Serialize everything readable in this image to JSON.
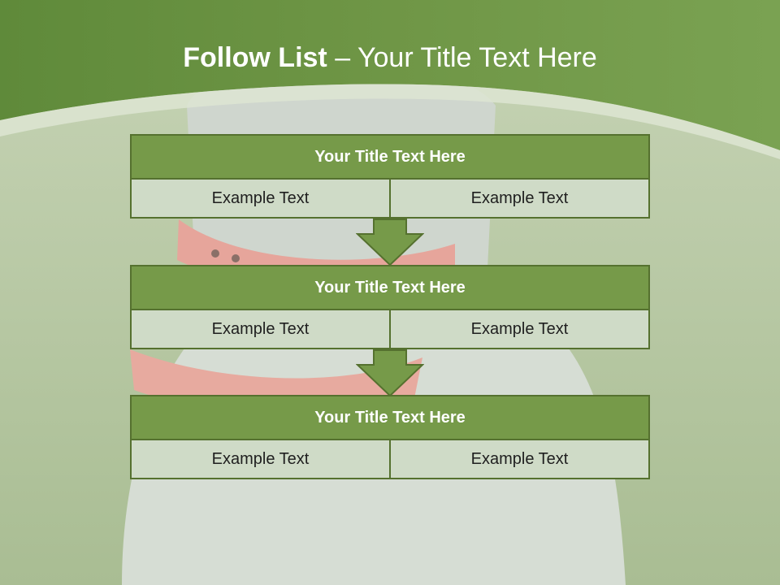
{
  "slide": {
    "title_bold": "Follow List",
    "title_rest": " – Your Title Text Here"
  },
  "blocks": [
    {
      "title": "Your Title Text Here",
      "left": "Example Text",
      "right": "Example Text"
    },
    {
      "title": "Your Title Text Here",
      "left": "Example Text",
      "right": "Example Text"
    },
    {
      "title": "Your Title Text Here",
      "left": "Example Text",
      "right": "Example Text"
    }
  ],
  "colors": {
    "header_green": "#769a49",
    "border_green": "#55712f",
    "cell_fill": "#cfdbc7",
    "accent_red": "#e0584a"
  }
}
